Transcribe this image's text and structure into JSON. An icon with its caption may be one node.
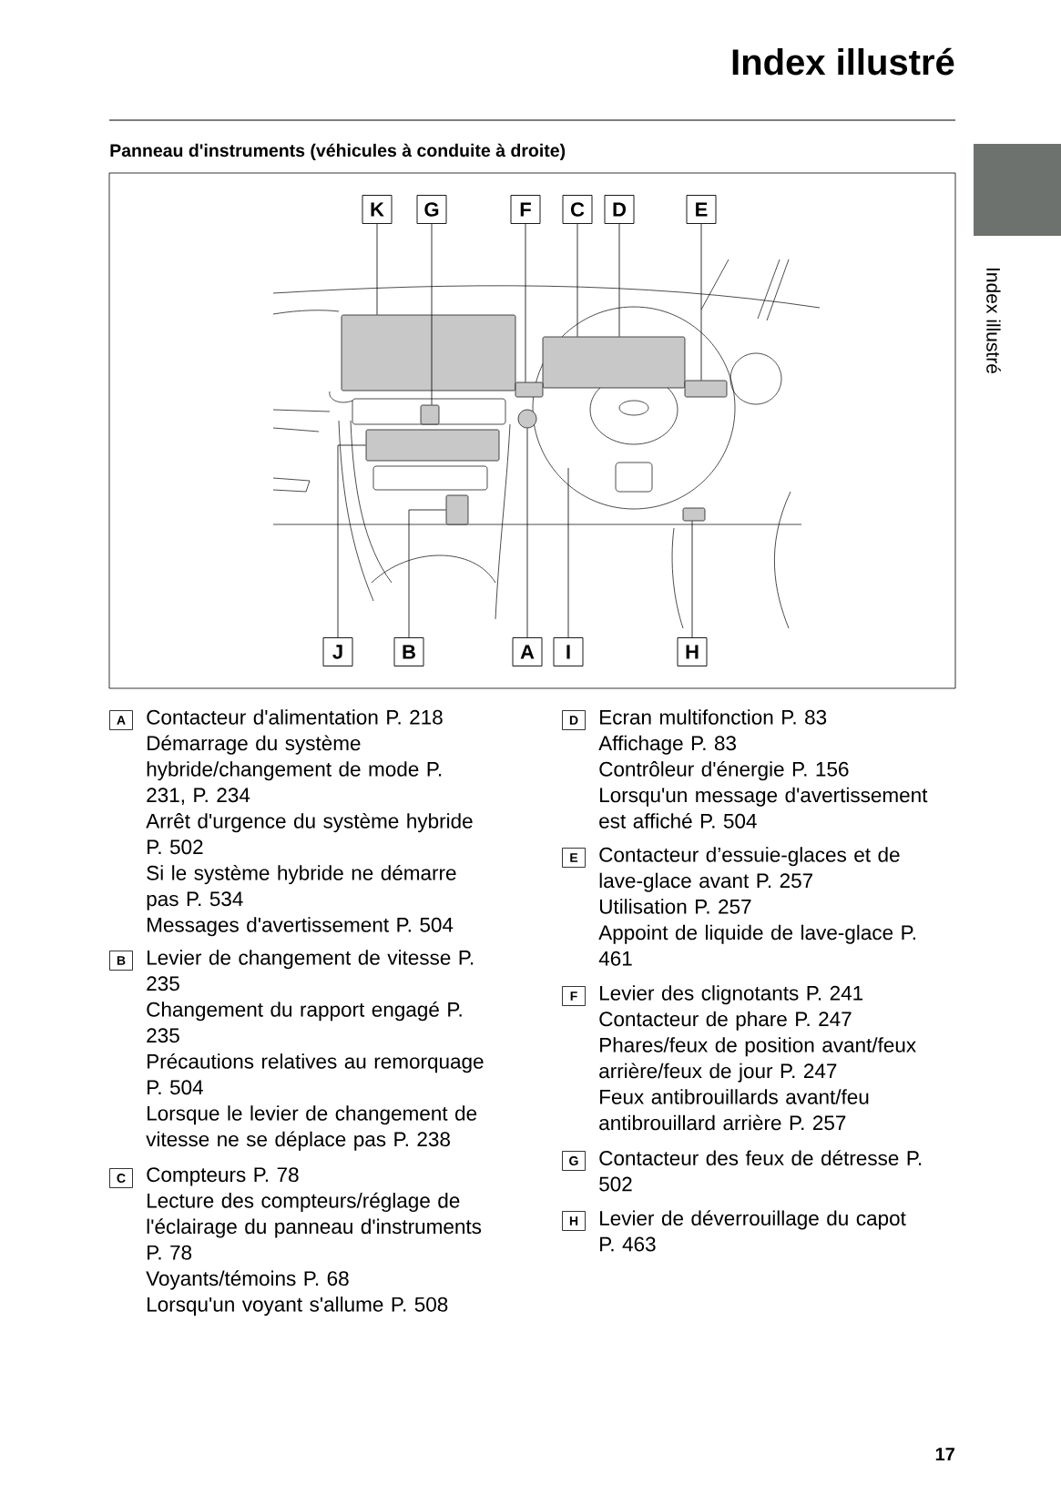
{
  "diagram": {
    "title": "Index illustré",
    "nodes": [
      {
        "text": [
          "K"
        ]
      },
      {
        "text": [
          "G"
        ]
      },
      {
        "text": [
          "F"
        ]
      },
      {
        "text": [
          "C"
        ]
      },
      {
        "text": [
          "D"
        ]
      },
      {
        "text": [
          "E"
        ]
      },
      {
        "text": [
          "J"
        ]
      },
      {
        "text": [
          "B"
        ]
      },
      {
        "text": [
          "A"
        ]
      },
      {
        "text": [
          "I"
        ]
      },
      {
        "text": [
          "H"
        ]
      },
      {
        "text": [],
        "shape": "box"
      },
      {
        "text": [],
        "shape": "box"
      },
      {
        "text": [],
        "shape": "box"
      },
      {
        "text": [],
        "shape": "box"
      },
      {
        "text": [],
        "shape": "box"
      },
      {
        "text": [],
        "shape": "box"
      },
      {
        "text": [],
        "shape": "box"
      },
      {
        "text": [],
        "shape": "circle"
      },
      {
        "text": [],
        "shape": "box"
      },
      {
        "text": [],
        "shape": "box"
      }
    ],
    "edges": [
      {
        "from": 0,
        "to": 12,
        "arrow": "none"
      },
      {
        "from": 1,
        "to": 14,
        "arrow": "none"
      },
      {
        "from": 2,
        "to": 15,
        "arrow": "none"
      },
      {
        "from": 3,
        "to": 13,
        "arrow": "none"
      },
      {
        "from": 4,
        "to": 13,
        "arrow": "none"
      },
      {
        "from": 5,
        "to": 16,
        "arrow": "none"
      },
      {
        "from": 6,
        "to": 17,
        "arrow": "none"
      },
      {
        "from": 7,
        "to": 19,
        "arrow": "none"
      },
      {
        "from": 8,
        "to": 18,
        "arrow": "none"
      },
      {
        "from": 9,
        "to": null,
        "arrow": "none"
      },
      {
        "from": 10,
        "to": 20,
        "arrow": "none"
      }
    ],
    "labels": [
      "Panneau d'instruments (véhicules à conduite à droite)",
      "A",
      "Contacteur d'alimentation P. 218",
      "Démarrage du système hybride/changement de mode P. 231, P. 234",
      "Arrêt d'urgence du système hybride P. 502",
      "Si le système hybride ne démarre pas P. 534",
      "Messages d'avertissement P. 504",
      "B",
      "Levier de changement de vitesse P. 235",
      "Changement du rapport engagé P. 235",
      "Précautions relatives au remorquage P. 504",
      "Lorsque le levier de changement de vitesse ne se déplace pas P. 238",
      "C",
      "Compteurs P. 78",
      "Lecture des compteurs/réglage de l'éclairage du panneau d'instruments P. 78",
      "Voyants/témoins P. 68",
      "Lorsqu'un voyant s'allume P. 508",
      "D",
      "Ecran multifonction P. 83",
      "Affichage P. 83",
      "Contrôleur d'énergie P. 156",
      "Lorsqu'un message d'avertissement est affiché P. 504",
      "E",
      "Contacteur d’essuie-glaces et de lave-glace avant P. 257",
      "Utilisation P. 257",
      "Appoint de liquide de lave-glace P. 461",
      "F",
      "Levier des clignotants P. 241",
      "Contacteur de phare P. 247",
      "Phares/feux de position avant/feux arrière/feux de jour P. 247",
      "Feux antibrouillards avant/feu antibrouillard arrière P. 257",
      "G",
      "Contacteur des feux de détresse P. 502",
      "H",
      "Levier de déverrouillage du capot P. 463",
      "Index illustré",
      "17"
    ]
  }
}
